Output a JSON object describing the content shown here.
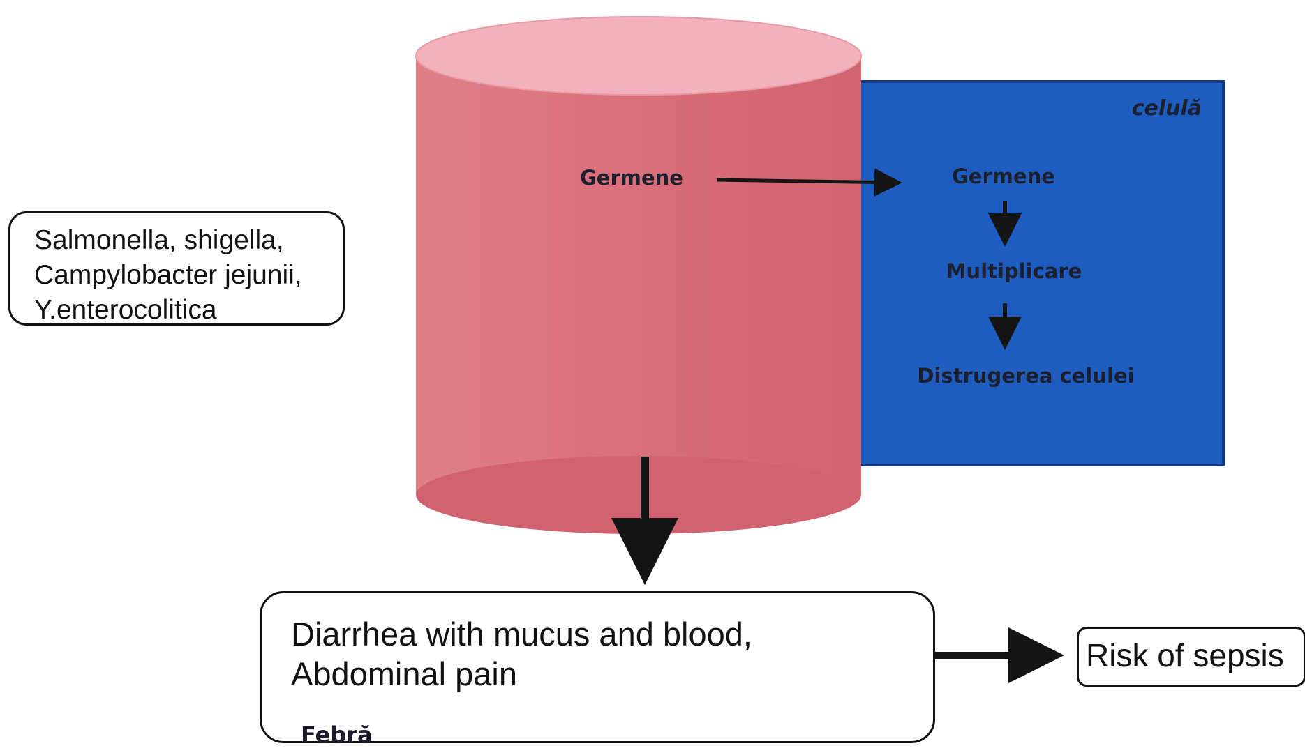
{
  "diagram": {
    "colors": {
      "vessel": "#d96f7b",
      "vessel_top": "#f2b1bb",
      "cell": "#1e5dbf",
      "arrow": "#151515",
      "dark_text": "#1c1f2e"
    },
    "organisms": {
      "lines": [
        "Salmonella, shigella,",
        "Campylobacter jejunii,",
        "Y.enterocolitica"
      ]
    },
    "vessel": {
      "germs_label": "Germene"
    },
    "cell": {
      "title": "celulă",
      "steps": [
        "Germene",
        "Multiplicare",
        "Distrugerea celulei"
      ]
    },
    "symptoms": {
      "lines": [
        "Diarrhea with mucus and blood,",
        "Abdominal pain"
      ],
      "fever_label": "Febră"
    },
    "outcome": {
      "label": "Risk of sepsis"
    }
  }
}
